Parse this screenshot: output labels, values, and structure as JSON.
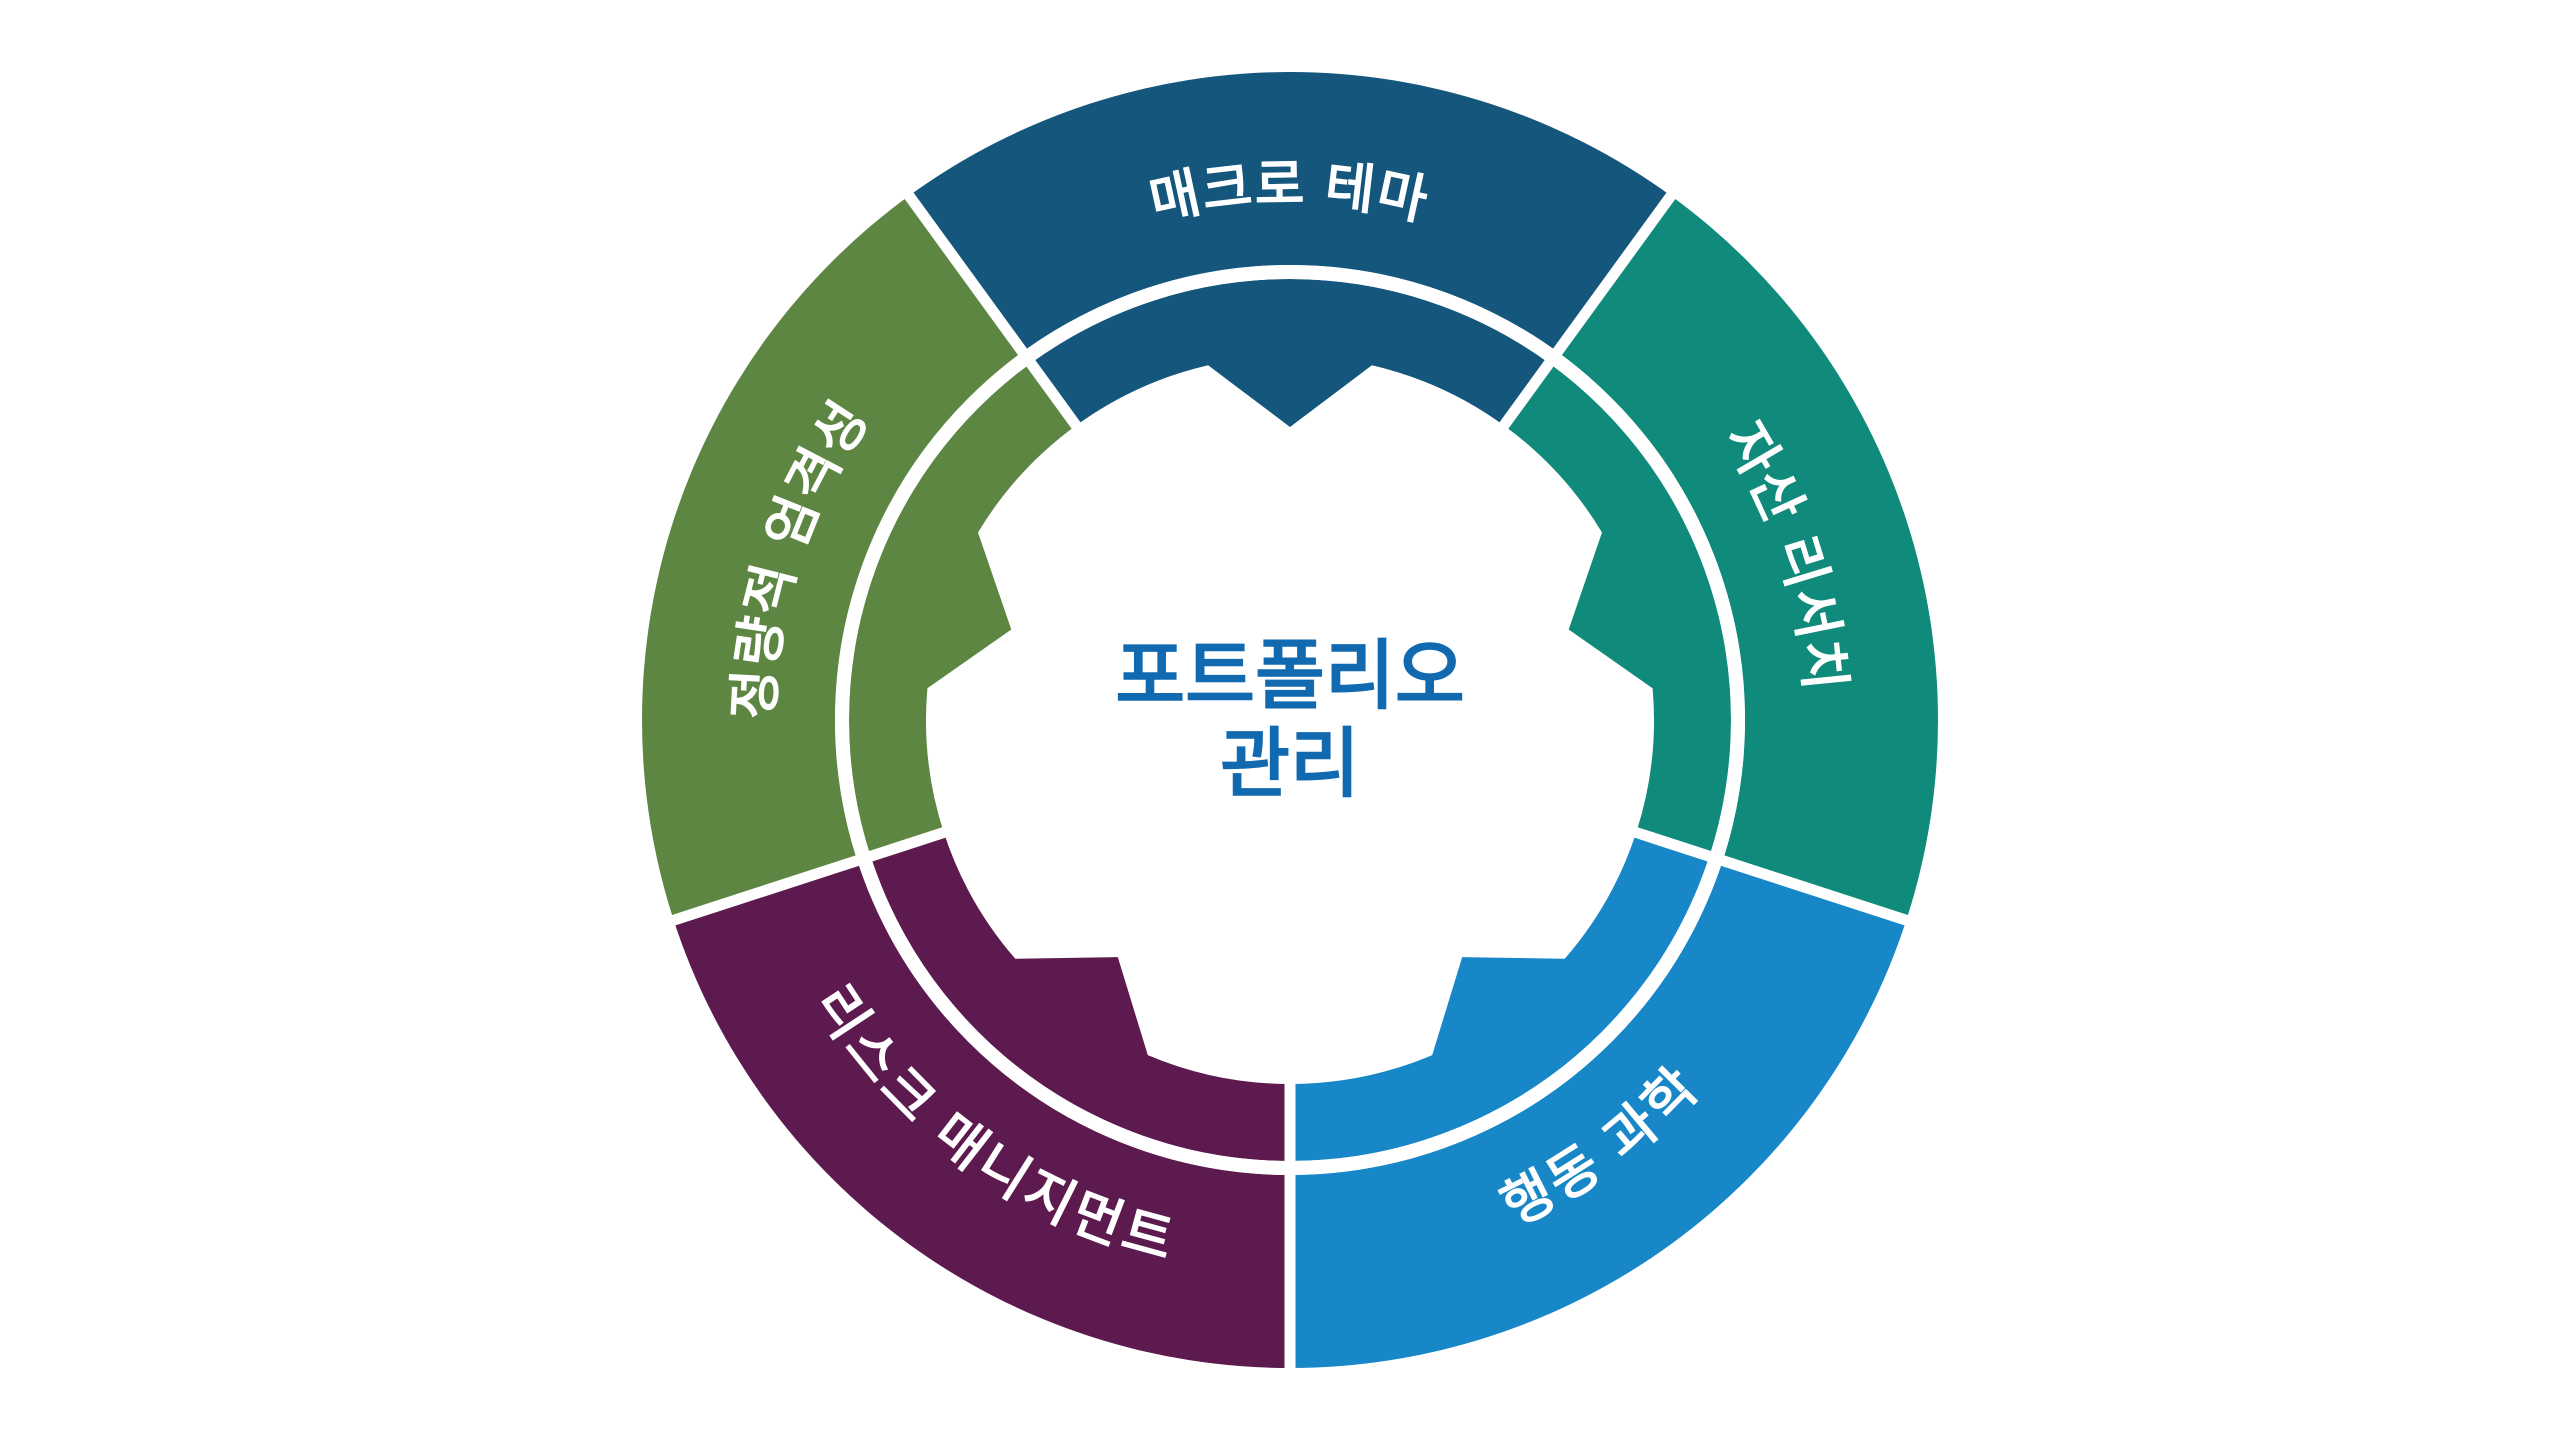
{
  "diagram": {
    "type": "circular-process-wheel",
    "background_color": "#FFFFFF",
    "center": {
      "title_line1": "포트폴리오",
      "title_line2": "관리",
      "text_color": "#1169B0",
      "shape": "white gear / cog cut-out with five inward-pointing wedges"
    },
    "ring": {
      "divider_color": "#FFFFFF",
      "label_color": "#FFFFFF",
      "segment_count": 5
    },
    "segments": [
      {
        "id": "macro-themes",
        "label": "매크로 테마",
        "color": "#15567D",
        "position": "top"
      },
      {
        "id": "asset-research",
        "label": "자산 리서치",
        "color": "#108A7A",
        "position": "right"
      },
      {
        "id": "behavioral-science",
        "label": "행동 과학",
        "color": "#1787C8",
        "position": "bottom-right"
      },
      {
        "id": "risk-management",
        "label": "리스크 매니지먼트",
        "color": "#5C1A4E",
        "position": "bottom-left"
      },
      {
        "id": "quantitative-rigor",
        "label": "정량적 엄격성",
        "color": "#5E8643",
        "position": "left"
      }
    ]
  }
}
